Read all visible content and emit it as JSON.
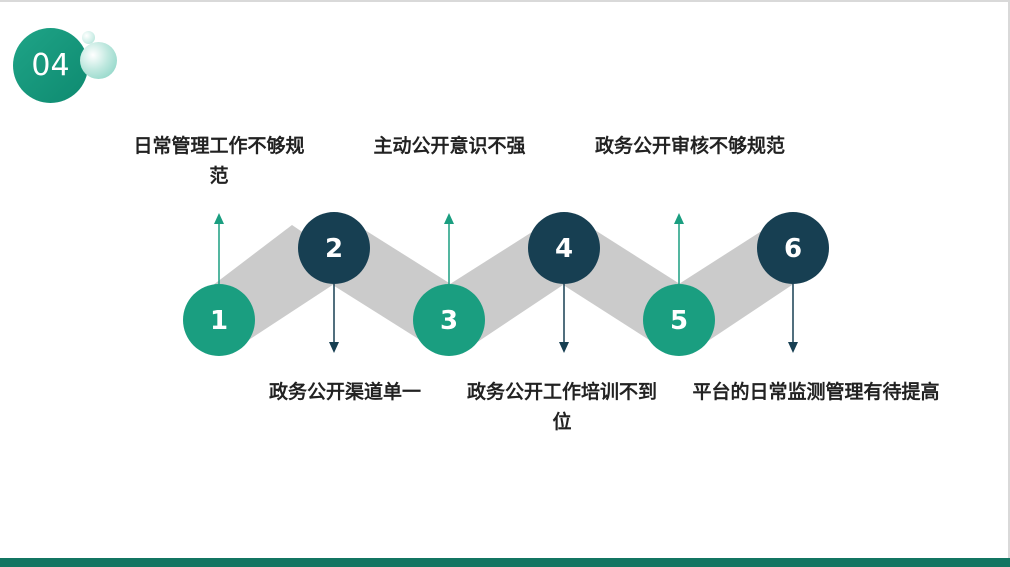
{
  "section_number": "04",
  "steps": [
    {
      "number": "1",
      "label": "日常管理工作不够规范"
    },
    {
      "number": "2",
      "label": "政务公开渠道单一"
    },
    {
      "number": "3",
      "label": "主动公开意识不强"
    },
    {
      "number": "4",
      "label": "政务公开工作培训不到位"
    },
    {
      "number": "5",
      "label": "政务公开审核不够规范"
    },
    {
      "number": "6",
      "label": "平台的日常监测管理有待提高"
    }
  ],
  "colors": {
    "accent_green": "#1a9e80",
    "dark_navy": "#173f52",
    "band_gray": "#cbcbcb",
    "bottom_bar": "#137562"
  }
}
